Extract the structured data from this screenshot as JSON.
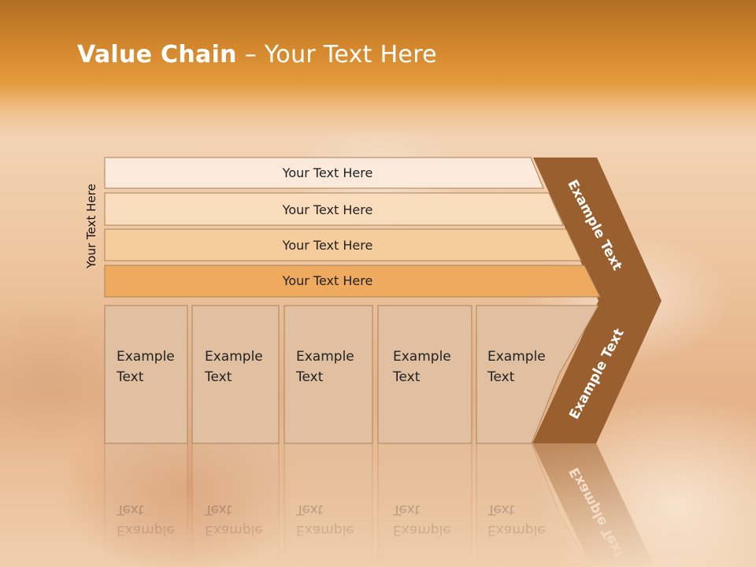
{
  "title": {
    "bold": "Value Chain",
    "rest": " – Your Text Here"
  },
  "side_label": "Your Text Here",
  "bars": [
    {
      "label": "Your Text Here",
      "color": "#fbeadb"
    },
    {
      "label": "Your Text Here",
      "color": "#f9dcbc"
    },
    {
      "label": "Your Text Here",
      "color": "#f5cc9c"
    },
    {
      "label": "Your Text Here",
      "color": "#eeaa5e"
    }
  ],
  "boxes": [
    {
      "line1": "Example",
      "line2": "Text"
    },
    {
      "line1": "Example",
      "line2": "Text"
    },
    {
      "line1": "Example",
      "line2": "Text"
    },
    {
      "line1": "Example",
      "line2": "Text"
    },
    {
      "line1": "Example",
      "line2": "Text"
    }
  ],
  "chevron": {
    "upper_label": "Example Text",
    "lower_label": "Example Text",
    "color": "#9a5f2e"
  },
  "box_color": "#e0c0a0",
  "border_color": "#a8835c"
}
